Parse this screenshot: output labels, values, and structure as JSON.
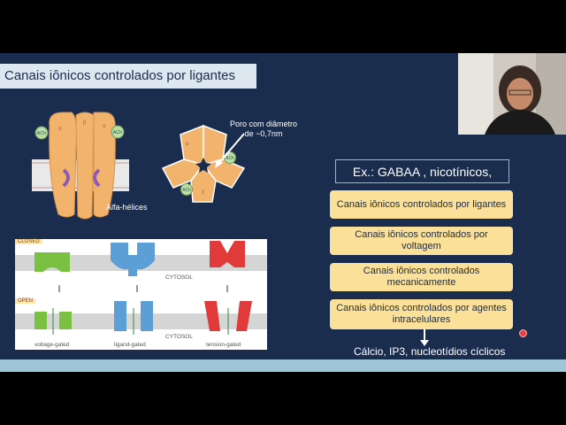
{
  "slide": {
    "title": "Canais iônicos controlados por ligantes",
    "pore_label_line1": "Poro com diâmetro",
    "pore_label_line2": "de ~0,7nm",
    "alpha_label": "Alfa-hélices",
    "example_box": "Ex.: GABAA , nicotínicos, NMDA",
    "boxes": [
      "Canais iônicos controlados por ligantes",
      "Canais iônicos controlados por voltagem",
      "Canais iônicos controlados mecanicamente",
      "Canais iônicos controlados por agentes intracelulares"
    ],
    "footer": "Cálcio, IP3, nucleotídios cíclicos"
  },
  "diagram": {
    "closed_tag": "CLOSED",
    "open_tag": "OPEN",
    "cytosol_top": "CYTOSOL",
    "cytosol_bottom": "CYTOSOL",
    "captions": [
      "voltage-gated",
      "ligand-gated",
      "tension-gated"
    ]
  },
  "receptor_labels": {
    "ach": "ACh",
    "alpha": "α",
    "beta": "β",
    "gamma": "γ"
  },
  "colors": {
    "slide_bg": "#1b2d4f",
    "title_bar": "#dde7f0",
    "box_fill": "#fbe09a",
    "protein_orange": "#f2b36d",
    "channel_green": "#7ac142",
    "channel_blue": "#5b9fd6",
    "channel_red": "#e03a3a"
  }
}
